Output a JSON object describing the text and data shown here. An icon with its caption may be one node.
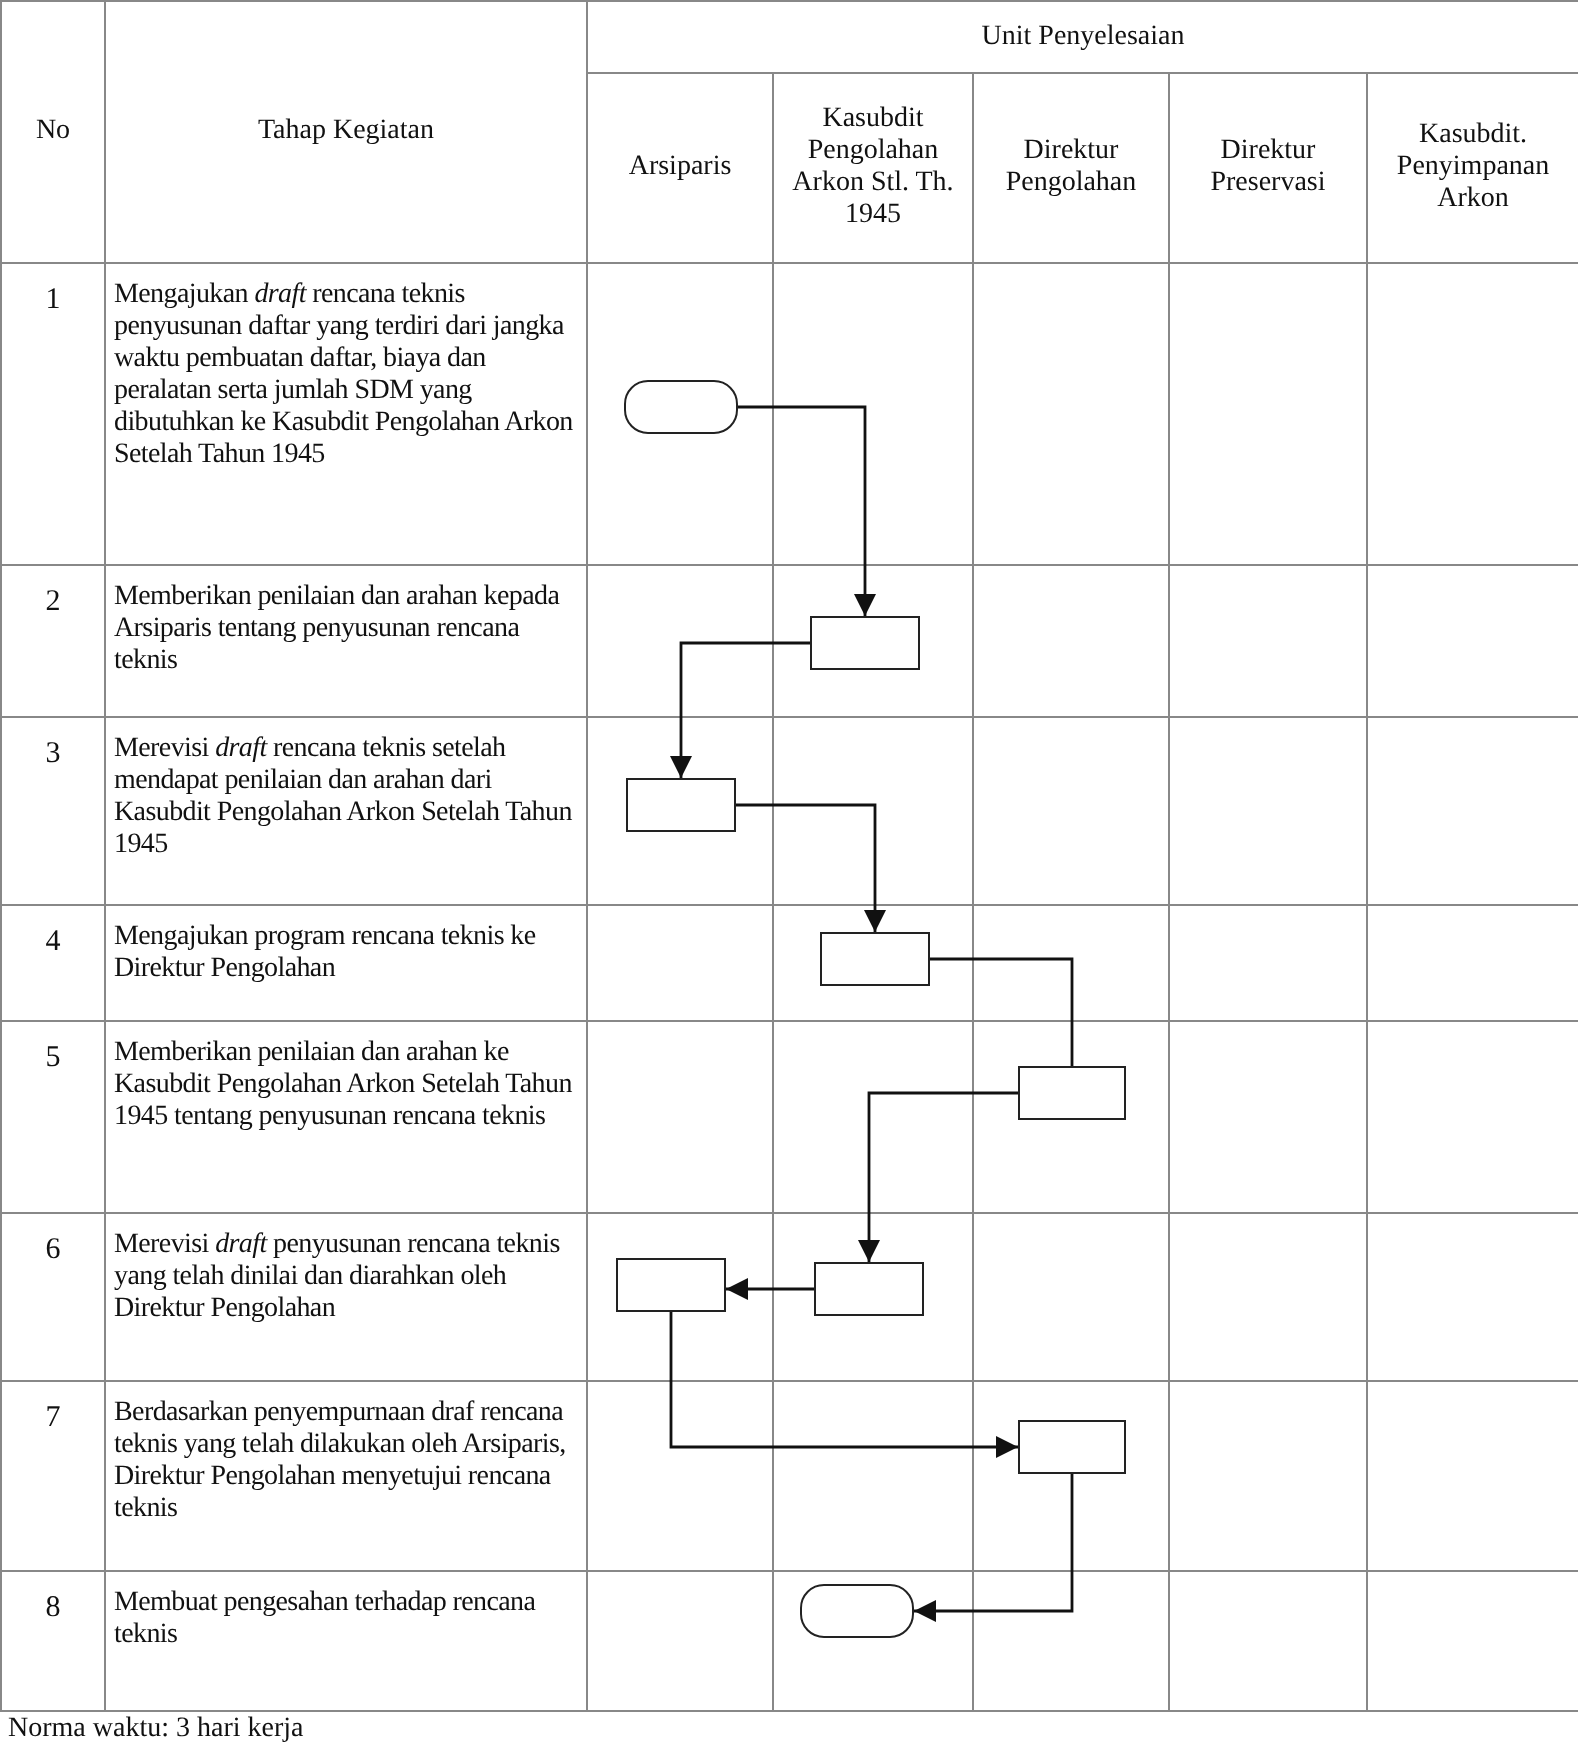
{
  "diagram": {
    "caption": "Norma waktu: 3 hari kerja",
    "nodes": [
      {
        "text": [],
        "shape": "pill"
      },
      {
        "text": [],
        "shape": "box"
      },
      {
        "text": [],
        "shape": "box"
      },
      {
        "text": [],
        "shape": "box"
      },
      {
        "text": [],
        "shape": "box"
      },
      {
        "text": [],
        "shape": "box"
      },
      {
        "text": [],
        "shape": "box"
      },
      {
        "text": [],
        "shape": "box"
      },
      {
        "text": [],
        "shape": "pill"
      }
    ],
    "edges": [
      {
        "from": 0,
        "to": 1,
        "arrow": "to"
      },
      {
        "from": 1,
        "to": 2,
        "arrow": "to"
      },
      {
        "from": 2,
        "to": 3,
        "arrow": "to"
      },
      {
        "from": 3,
        "to": 4,
        "arrow": "none"
      },
      {
        "from": 4,
        "to": 6,
        "arrow": "to"
      },
      {
        "from": 6,
        "to": 5,
        "arrow": "to"
      },
      {
        "from": 5,
        "to": 7,
        "arrow": "to"
      },
      {
        "from": 7,
        "to": 8,
        "arrow": "to"
      }
    ],
    "labels": [
      "No",
      "Tahap Kegiatan",
      "Unit Penyelesaian",
      "Arsiparis",
      "Kasubdit Pengolahan Arkon Stl. Th. 1945",
      "Direktur Pengolahan",
      "Direktur Preservasi",
      "Kasubdit. Penyimpanan Arkon",
      "1",
      "Mengajukan *draft* rencana teknis penyusunan daftar yang terdiri dari jangka waktu pembuatan daftar, biaya dan peralatan serta jumlah SDM yang dibutuhkan ke Kasubdit Pengolahan Arkon Setelah Tahun 1945",
      "2",
      "Memberikan penilaian dan arahan kepada Arsiparis tentang penyusunan rencana teknis",
      "3",
      "Merevisi *draft* rencana teknis setelah mendapat penilaian dan arahan dari Kasubdit Pengolahan Arkon Setelah Tahun 1945",
      "4",
      "Mengajukan program rencana teknis ke Direktur Pengolahan",
      "5",
      "Memberikan penilaian dan arahan ke Kasubdit Pengolahan Arkon Setelah Tahun 1945 tentang penyusunan rencana teknis",
      "6",
      "Merevisi *draft* penyusunan rencana teknis yang telah dinilai dan diarahkan oleh Direktur Pengolahan",
      "7",
      "Berdasarkan penyempurnaan draf rencana teknis yang telah dilakukan oleh Arsiparis, Direktur Pengolahan menyetujui rencana teknis",
      "8",
      "Membuat pengesahan terhadap rencana teknis"
    ]
  }
}
